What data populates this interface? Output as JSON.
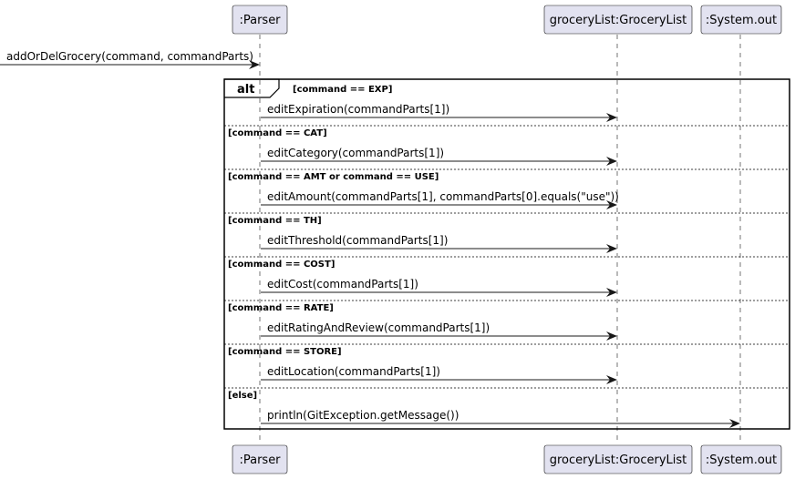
{
  "participants": {
    "parser": ":Parser",
    "grocery_list": "groceryList:GroceryList",
    "system_out": ":System.out"
  },
  "entry_message": "addOrDelGrocery(command, commandParts)",
  "fragment": {
    "operator": "alt",
    "operands": [
      {
        "guard": "[command == EXP]",
        "message": "editExpiration(commandParts[1])",
        "target": "grocery_list"
      },
      {
        "guard": "[command == CAT]",
        "message": "editCategory(commandParts[1])",
        "target": "grocery_list"
      },
      {
        "guard": "[command == AMT or command == USE]",
        "message": "editAmount(commandParts[1], commandParts[0].equals(\"use\"))",
        "target": "grocery_list"
      },
      {
        "guard": "[command == TH]",
        "message": "editThreshold(commandParts[1])",
        "target": "grocery_list"
      },
      {
        "guard": "[command == COST]",
        "message": "editCost(commandParts[1])",
        "target": "grocery_list"
      },
      {
        "guard": "[command == RATE]",
        "message": "editRatingAndReview(commandParts[1])",
        "target": "grocery_list"
      },
      {
        "guard": "[command == STORE]",
        "message": "editLocation(commandParts[1])",
        "target": "grocery_list"
      },
      {
        "guard": "[else]",
        "message": "println(GitException.getMessage())",
        "target": "system_out"
      }
    ]
  },
  "colors": {
    "participant_fill": "#E2E2F0",
    "participant_border": "#181818",
    "lifeline": "#181818",
    "line": "#181818"
  }
}
